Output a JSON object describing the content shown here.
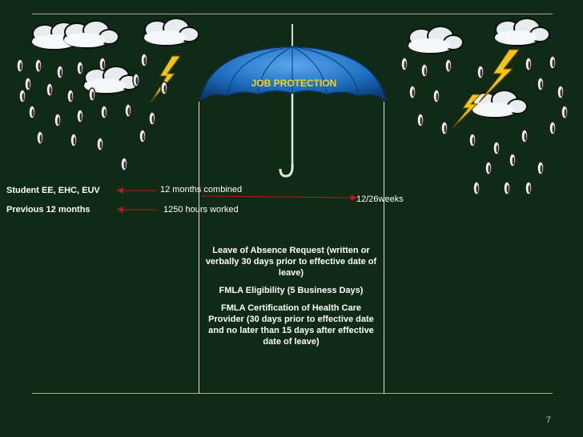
{
  "umbrella": {
    "title": "JOB PROTECTION"
  },
  "left_rows": [
    {
      "label": "Student EE, EHC, EUV",
      "value": "12 months combined"
    },
    {
      "label": "Previous 12 months",
      "value": "1250 hours worked"
    }
  ],
  "weeks_label": "12/26weeks",
  "requirements": [
    "Leave of Absence Request (written or verbally 30 days prior to effective date of leave)",
    "FMLA Eligibility  (5 Business Days)",
    "FMLA Certification of Health Care Provider (30 days prior to effective date and no later than 15 days after effective date of leave)"
  ],
  "page_number": "7",
  "colors": {
    "background": "#0f2b15",
    "title": "#f2d21a",
    "arrow": "#c0151b",
    "umbrella": "#1f6fc0",
    "lightning": "#f2c51b"
  }
}
